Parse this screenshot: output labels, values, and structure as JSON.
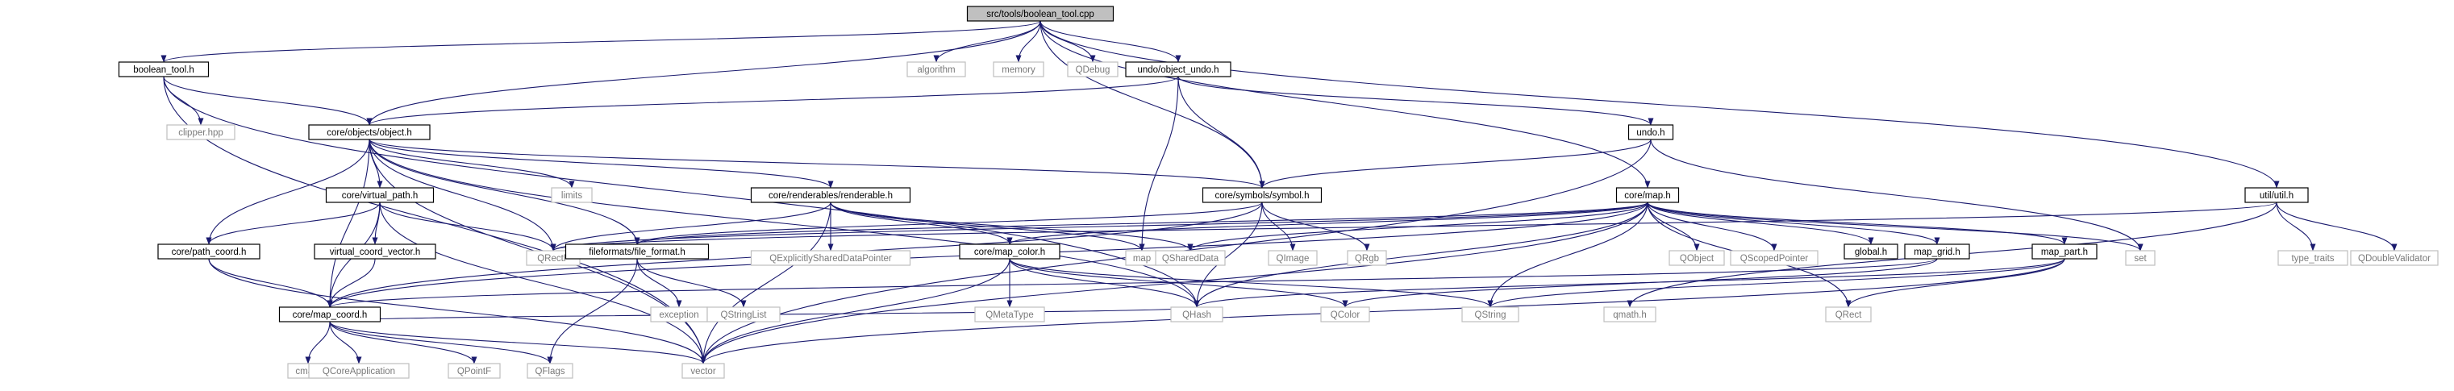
{
  "graph": {
    "colors": {
      "edge": "#1a1a6e",
      "root_fill": "#c0c0c0",
      "box_fill": "#ffffff",
      "documented_border": "#000000",
      "external_border": "#bfbfbf",
      "documented_text": "#000000",
      "external_text": "#7a7a7a"
    },
    "nodes": [
      {
        "id": "root",
        "label": "src/tools/boolean_tool.cpp",
        "kind": "root"
      },
      {
        "id": "boolean_tool_h",
        "label": "boolean_tool.h",
        "kind": "documented"
      },
      {
        "id": "algorithm",
        "label": "algorithm",
        "kind": "external"
      },
      {
        "id": "memory",
        "label": "memory",
        "kind": "external"
      },
      {
        "id": "qdebug",
        "label": "QDebug",
        "kind": "external"
      },
      {
        "id": "object_undo_h",
        "label": "undo/object_undo.h",
        "kind": "documented"
      },
      {
        "id": "clipper_hpp",
        "label": "clipper.hpp",
        "kind": "external"
      },
      {
        "id": "object_h",
        "label": "core/objects/object.h",
        "kind": "documented"
      },
      {
        "id": "undo_h",
        "label": "undo.h",
        "kind": "documented"
      },
      {
        "id": "limits",
        "label": "limits",
        "kind": "external"
      },
      {
        "id": "virtual_path_h",
        "label": "core/virtual_path.h",
        "kind": "documented"
      },
      {
        "id": "renderable_h",
        "label": "core/renderables/renderable.h",
        "kind": "documented"
      },
      {
        "id": "symbol_h",
        "label": "core/symbols/symbol.h",
        "kind": "documented"
      },
      {
        "id": "map_h",
        "label": "core/map.h",
        "kind": "documented"
      },
      {
        "id": "util_h",
        "label": "util/util.h",
        "kind": "documented"
      },
      {
        "id": "path_coord_h",
        "label": "core/path_coord.h",
        "kind": "documented"
      },
      {
        "id": "virtual_coord_vector_h",
        "label": "virtual_coord_vector.h",
        "kind": "documented"
      },
      {
        "id": "qrectf",
        "label": "QRectF",
        "kind": "external"
      },
      {
        "id": "file_format_h",
        "label": "fileformats/file_format.h",
        "kind": "documented"
      },
      {
        "id": "qexplicitly",
        "label": "QExplicitlySharedDataPointer",
        "kind": "external"
      },
      {
        "id": "map_color_h",
        "label": "core/map_color.h",
        "kind": "documented"
      },
      {
        "id": "map",
        "label": "map",
        "kind": "external"
      },
      {
        "id": "qshareddata",
        "label": "QSharedData",
        "kind": "external"
      },
      {
        "id": "qimage",
        "label": "QImage",
        "kind": "external"
      },
      {
        "id": "qrgb",
        "label": "QRgb",
        "kind": "external"
      },
      {
        "id": "qobject",
        "label": "QObject",
        "kind": "external"
      },
      {
        "id": "qscopedpointer",
        "label": "QScopedPointer",
        "kind": "external"
      },
      {
        "id": "global_h",
        "label": "global.h",
        "kind": "documented"
      },
      {
        "id": "map_grid_h",
        "label": "map_grid.h",
        "kind": "documented"
      },
      {
        "id": "map_part_h",
        "label": "map_part.h",
        "kind": "documented"
      },
      {
        "id": "set",
        "label": "set",
        "kind": "external"
      },
      {
        "id": "type_traits",
        "label": "type_traits",
        "kind": "external"
      },
      {
        "id": "qdoublevalidator",
        "label": "QDoubleValidator",
        "kind": "external"
      },
      {
        "id": "map_coord_h",
        "label": "core/map_coord.h",
        "kind": "documented"
      },
      {
        "id": "exception",
        "label": "exception",
        "kind": "external"
      },
      {
        "id": "qstringlist",
        "label": "QStringList",
        "kind": "external"
      },
      {
        "id": "qmetatype",
        "label": "QMetaType",
        "kind": "external"
      },
      {
        "id": "qhash",
        "label": "QHash",
        "kind": "external"
      },
      {
        "id": "qcolor",
        "label": "QColor",
        "kind": "external"
      },
      {
        "id": "qstring",
        "label": "QString",
        "kind": "external"
      },
      {
        "id": "qmath_h",
        "label": "qmath.h",
        "kind": "external"
      },
      {
        "id": "qrect",
        "label": "QRect",
        "kind": "external"
      },
      {
        "id": "cmath",
        "label": "cmath",
        "kind": "external"
      },
      {
        "id": "qcoreapplication",
        "label": "QCoreApplication",
        "kind": "external"
      },
      {
        "id": "qpointf",
        "label": "QPointF",
        "kind": "external"
      },
      {
        "id": "qflags",
        "label": "QFlags",
        "kind": "external"
      },
      {
        "id": "vector",
        "label": "vector",
        "kind": "external"
      }
    ],
    "edges": [
      [
        "root",
        "boolean_tool_h"
      ],
      [
        "root",
        "algorithm"
      ],
      [
        "root",
        "memory"
      ],
      [
        "root",
        "qdebug"
      ],
      [
        "root",
        "object_undo_h"
      ],
      [
        "root",
        "object_h"
      ],
      [
        "root",
        "symbol_h"
      ],
      [
        "root",
        "map_h"
      ],
      [
        "root",
        "util_h"
      ],
      [
        "boolean_tool_h",
        "clipper_hpp"
      ],
      [
        "boolean_tool_h",
        "object_h"
      ],
      [
        "boolean_tool_h",
        "vector"
      ],
      [
        "boolean_tool_h",
        "qhash"
      ],
      [
        "object_undo_h",
        "object_h"
      ],
      [
        "object_undo_h",
        "undo_h"
      ],
      [
        "object_undo_h",
        "symbol_h"
      ],
      [
        "object_undo_h",
        "map"
      ],
      [
        "undo_h",
        "symbol_h"
      ],
      [
        "undo_h",
        "set"
      ],
      [
        "undo_h",
        "vector"
      ],
      [
        "object_h",
        "limits"
      ],
      [
        "object_h",
        "virtual_path_h"
      ],
      [
        "object_h",
        "renderable_h"
      ],
      [
        "object_h",
        "symbol_h"
      ],
      [
        "object_h",
        "path_coord_h"
      ],
      [
        "object_h",
        "qrectf"
      ],
      [
        "object_h",
        "file_format_h"
      ],
      [
        "object_h",
        "map_coord_h"
      ],
      [
        "object_h",
        "vector"
      ],
      [
        "object_h",
        "qhash"
      ],
      [
        "virtual_path_h",
        "path_coord_h"
      ],
      [
        "virtual_path_h",
        "virtual_coord_vector_h"
      ],
      [
        "virtual_path_h",
        "qrectf"
      ],
      [
        "virtual_path_h",
        "map_coord_h"
      ],
      [
        "virtual_path_h",
        "vector"
      ],
      [
        "path_coord_h",
        "map_coord_h"
      ],
      [
        "path_coord_h",
        "vector"
      ],
      [
        "virtual_coord_vector_h",
        "map_coord_h"
      ],
      [
        "renderable_h",
        "qrectf"
      ],
      [
        "renderable_h",
        "qexplicitly"
      ],
      [
        "renderable_h",
        "map_color_h"
      ],
      [
        "renderable_h",
        "map"
      ],
      [
        "renderable_h",
        "qshareddata"
      ],
      [
        "renderable_h",
        "vector"
      ],
      [
        "symbol_h",
        "file_format_h"
      ],
      [
        "symbol_h",
        "qimage"
      ],
      [
        "symbol_h",
        "qrgb"
      ],
      [
        "symbol_h",
        "qhash"
      ],
      [
        "symbol_h",
        "map_coord_h"
      ],
      [
        "map_h",
        "qrectf"
      ],
      [
        "map_h",
        "file_format_h"
      ],
      [
        "map_h",
        "map_color_h"
      ],
      [
        "map_h",
        "qshareddata"
      ],
      [
        "map_h",
        "qobject"
      ],
      [
        "map_h",
        "qscopedpointer"
      ],
      [
        "map_h",
        "global_h"
      ],
      [
        "map_h",
        "map_grid_h"
      ],
      [
        "map_h",
        "map_part_h"
      ],
      [
        "map_h",
        "set"
      ],
      [
        "map_h",
        "qhash"
      ],
      [
        "map_h",
        "qstring"
      ],
      [
        "map_h",
        "qrect"
      ],
      [
        "map_h",
        "vector"
      ],
      [
        "map_h",
        "map_coord_h"
      ],
      [
        "util_h",
        "type_traits"
      ],
      [
        "util_h",
        "qdoublevalidator"
      ],
      [
        "util_h",
        "qrectf"
      ],
      [
        "util_h",
        "qmath_h"
      ],
      [
        "file_format_h",
        "exception"
      ],
      [
        "file_format_h",
        "qstringlist"
      ],
      [
        "file_format_h",
        "qflags"
      ],
      [
        "map_color_h",
        "qmetatype"
      ],
      [
        "map_color_h",
        "qhash"
      ],
      [
        "map_color_h",
        "qcolor"
      ],
      [
        "map_color_h",
        "vector"
      ],
      [
        "map_color_h",
        "qstring"
      ],
      [
        "map_grid_h",
        "qcolor"
      ],
      [
        "map_grid_h",
        "map_coord_h"
      ],
      [
        "map_part_h",
        "qstring"
      ],
      [
        "map_part_h",
        "qrect"
      ],
      [
        "map_part_h",
        "vector"
      ],
      [
        "map_part_h",
        "qhash"
      ],
      [
        "map_coord_h",
        "cmath"
      ],
      [
        "map_coord_h",
        "qcoreapplication"
      ],
      [
        "map_coord_h",
        "qpointf"
      ],
      [
        "map_coord_h",
        "qflags"
      ],
      [
        "map_coord_h",
        "vector"
      ],
      [
        "map_coord_h",
        "qhash"
      ]
    ]
  }
}
